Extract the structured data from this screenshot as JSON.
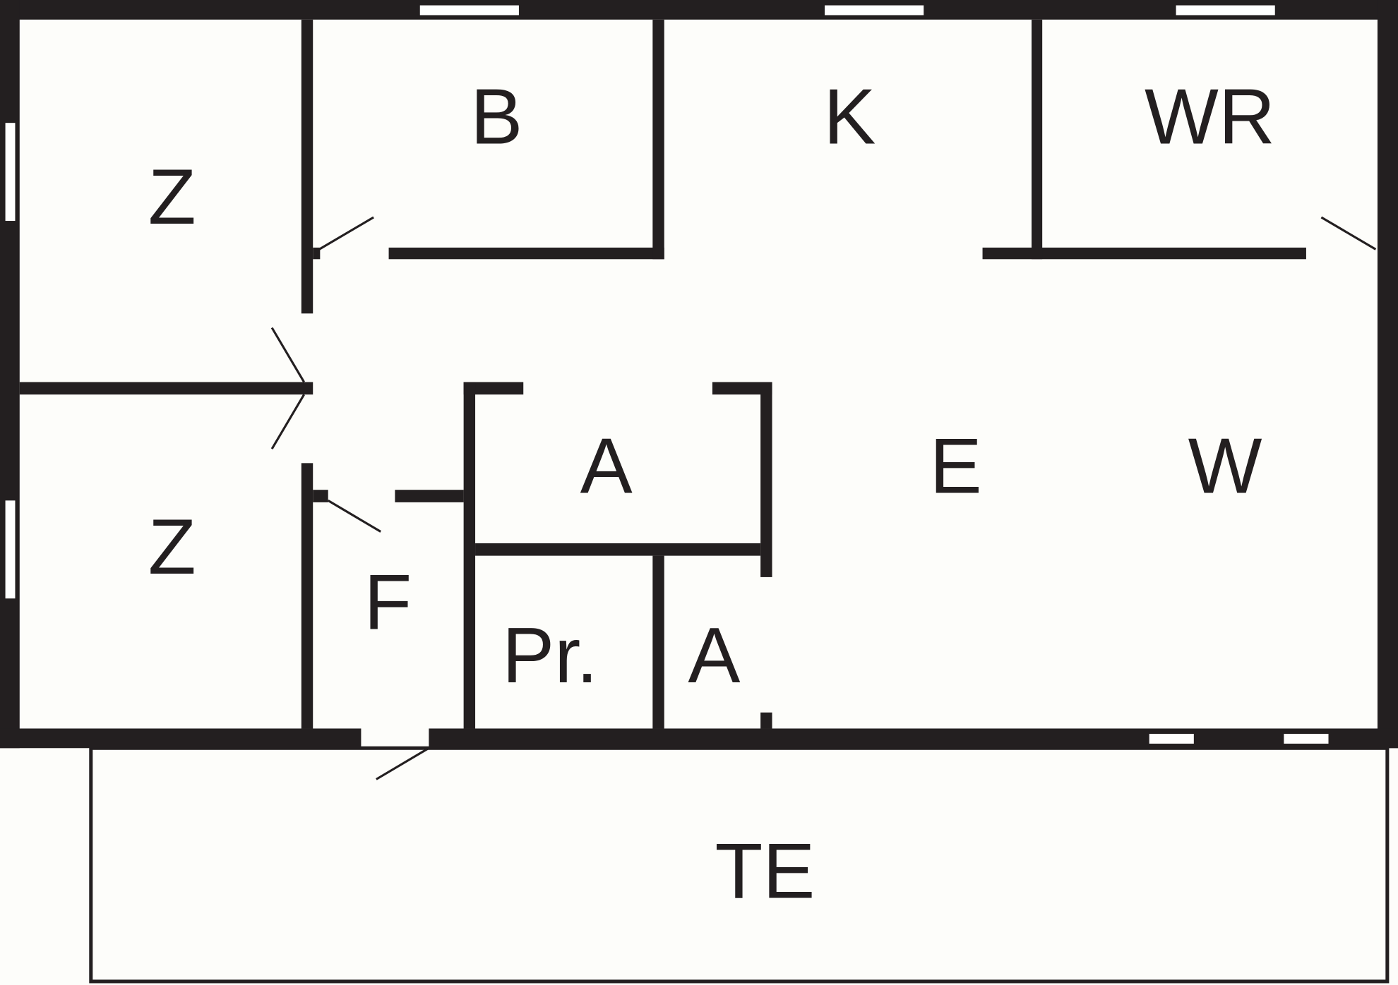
{
  "floor_plan": {
    "colors": {
      "wall": "#231f20",
      "background": "#fdfdfa",
      "window": "#ffffff"
    },
    "rooms": [
      {
        "id": "z1",
        "label": "Z"
      },
      {
        "id": "z2",
        "label": "Z"
      },
      {
        "id": "b",
        "label": "B"
      },
      {
        "id": "k",
        "label": "K"
      },
      {
        "id": "wr",
        "label": "WR"
      },
      {
        "id": "a1",
        "label": "A"
      },
      {
        "id": "e",
        "label": "E"
      },
      {
        "id": "w",
        "label": "W"
      },
      {
        "id": "f",
        "label": "F"
      },
      {
        "id": "pr",
        "label": "Pr."
      },
      {
        "id": "a2",
        "label": "A"
      },
      {
        "id": "te",
        "label": "TE"
      }
    ]
  }
}
